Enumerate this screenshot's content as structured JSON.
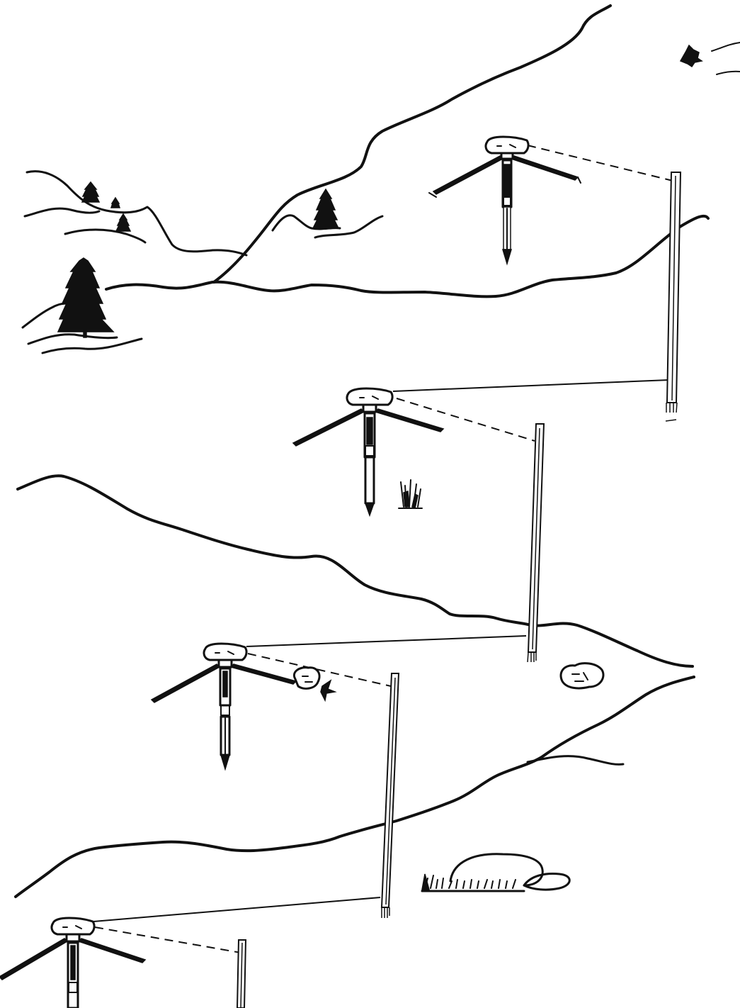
{
  "scene": {
    "background": "#ffffff",
    "ink": "#111111",
    "setups": [
      {
        "instrument_icon": "level-instrument-on-tripod-icon",
        "rod_icon": "leveling-rod-icon",
        "backsight": "solid",
        "foresight": "dashed"
      },
      {
        "instrument_icon": "level-instrument-on-tripod-icon",
        "rod_icon": "leveling-rod-icon",
        "backsight": "solid",
        "foresight": "dashed"
      },
      {
        "instrument_icon": "level-instrument-on-tripod-icon",
        "rod_icon": "leveling-rod-icon",
        "backsight": "solid",
        "foresight": "dashed"
      },
      {
        "instrument_icon": "level-instrument-on-tripod-icon",
        "rod_icon": "leveling-rod-icon",
        "backsight": "solid",
        "foresight": "dashed"
      }
    ],
    "decorations": [
      "pine-tree-icon",
      "grass-tuft-icon",
      "bush-icon",
      "rock-icon"
    ]
  }
}
